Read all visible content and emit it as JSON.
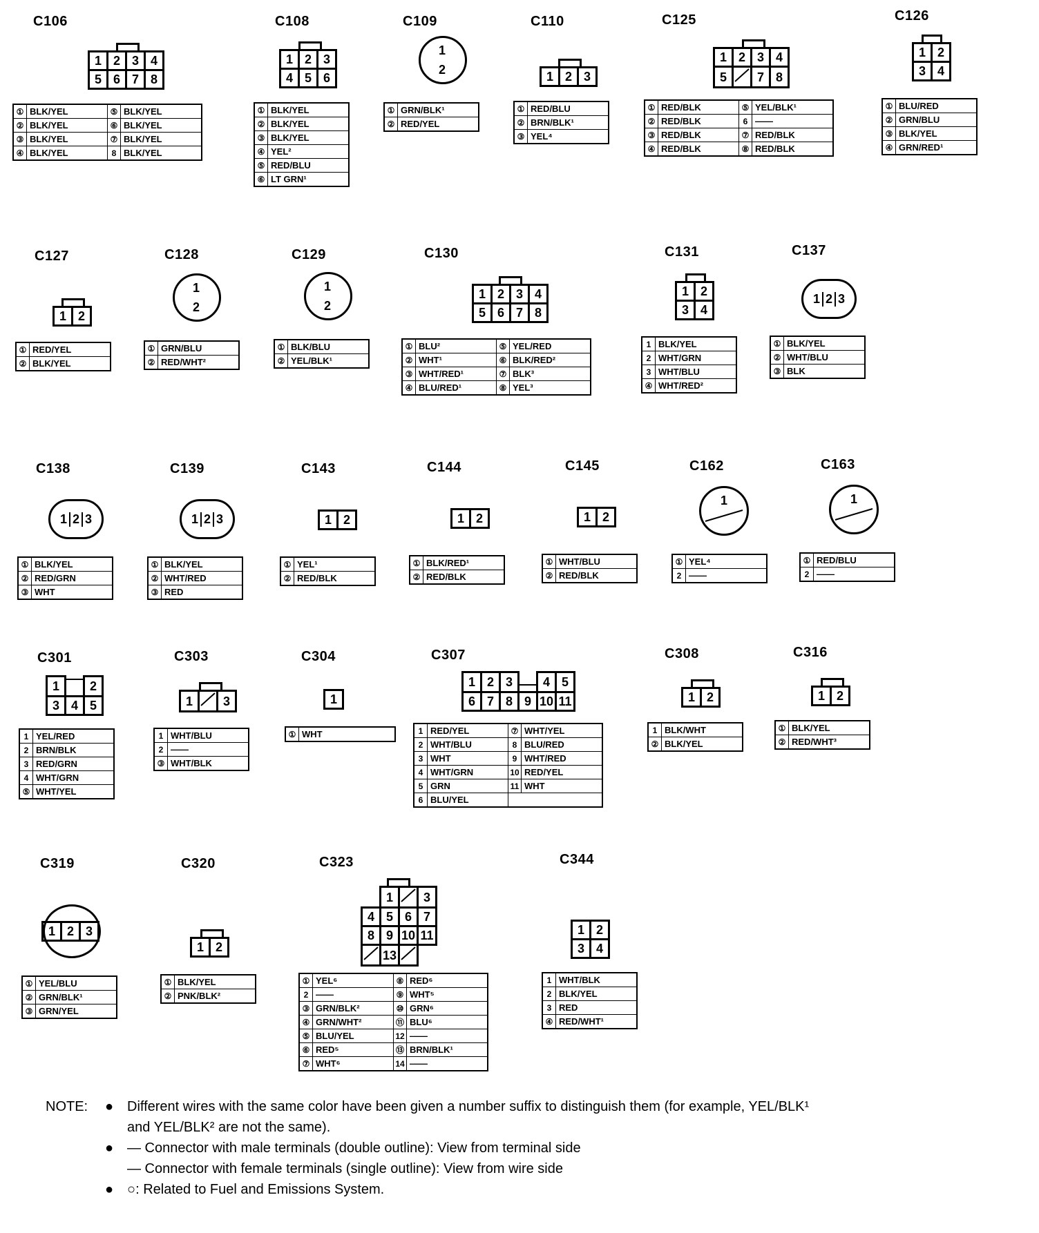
{
  "connectors": {
    "C106": {
      "id": "C106",
      "pins": [
        "1",
        "2",
        "3",
        "4",
        "5",
        "6",
        "7",
        "8"
      ],
      "wires": [
        [
          "①",
          "BLK/YEL"
        ],
        [
          "②",
          "BLK/YEL"
        ],
        [
          "③",
          "BLK/YEL"
        ],
        [
          "④",
          "BLK/YEL"
        ],
        [
          "⑤",
          "BLK/YEL"
        ],
        [
          "⑥",
          "BLK/YEL"
        ],
        [
          "⑦",
          "BLK/YEL"
        ],
        [
          "8",
          "BLK/YEL"
        ]
      ]
    },
    "C108": {
      "id": "C108",
      "pins": [
        "1",
        "2",
        "3",
        "4",
        "5",
        "6"
      ],
      "wires": [
        [
          "①",
          "BLK/YEL"
        ],
        [
          "②",
          "BLK/YEL"
        ],
        [
          "③",
          "BLK/YEL"
        ],
        [
          "④",
          "YEL²"
        ],
        [
          "⑤",
          "RED/BLU"
        ],
        [
          "⑥",
          "LT GRN¹"
        ]
      ]
    },
    "C109": {
      "id": "C109",
      "pins": [
        "1",
        "2"
      ],
      "wires": [
        [
          "①",
          "GRN/BLK¹"
        ],
        [
          "②",
          "RED/YEL"
        ]
      ]
    },
    "C110": {
      "id": "C110",
      "pins": [
        "1",
        "2",
        "3"
      ],
      "wires": [
        [
          "①",
          "RED/BLU"
        ],
        [
          "②",
          "BRN/BLK¹"
        ],
        [
          "③",
          "YEL⁴"
        ]
      ]
    },
    "C125": {
      "id": "C125",
      "pins": [
        "1",
        "2",
        "3",
        "4",
        "5",
        "",
        "7",
        "8"
      ],
      "wires": [
        [
          "①",
          "RED/BLK"
        ],
        [
          "②",
          "RED/BLK"
        ],
        [
          "③",
          "RED/BLK"
        ],
        [
          "④",
          "RED/BLK"
        ],
        [
          "⑤",
          "YEL/BLK¹"
        ],
        [
          "6",
          "——"
        ],
        [
          "⑦",
          "RED/BLK"
        ],
        [
          "⑧",
          "RED/BLK"
        ]
      ]
    },
    "C126": {
      "id": "C126",
      "pins": [
        "1",
        "2",
        "3",
        "4"
      ],
      "wires": [
        [
          "①",
          "BLU/RED"
        ],
        [
          "②",
          "GRN/BLU"
        ],
        [
          "③",
          "BLK/YEL"
        ],
        [
          "④",
          "GRN/RED¹"
        ]
      ]
    },
    "C127": {
      "id": "C127",
      "pins": [
        "1",
        "2"
      ],
      "wires": [
        [
          "①",
          "RED/YEL"
        ],
        [
          "②",
          "BLK/YEL"
        ]
      ]
    },
    "C128": {
      "id": "C128",
      "pins": [
        "1",
        "2"
      ],
      "wires": [
        [
          "①",
          "GRN/BLU"
        ],
        [
          "②",
          "RED/WHT²"
        ]
      ]
    },
    "C129": {
      "id": "C129",
      "pins": [
        "1",
        "2"
      ],
      "wires": [
        [
          "①",
          "BLK/BLU"
        ],
        [
          "②",
          "YEL/BLK¹"
        ]
      ]
    },
    "C130": {
      "id": "C130",
      "pins": [
        "1",
        "2",
        "3",
        "4",
        "5",
        "6",
        "7",
        "8"
      ],
      "wires": [
        [
          "①",
          "BLU²"
        ],
        [
          "②",
          "WHT¹"
        ],
        [
          "③",
          "WHT/RED¹"
        ],
        [
          "④",
          "BLU/RED¹"
        ],
        [
          "⑤",
          "YEL/RED"
        ],
        [
          "⑥",
          "BLK/RED²"
        ],
        [
          "⑦",
          "BLK³"
        ],
        [
          "⑧",
          "YEL³"
        ]
      ]
    },
    "C131": {
      "id": "C131",
      "pins": [
        "1",
        "2",
        "3",
        "4"
      ],
      "wires": [
        [
          "1",
          "BLK/YEL"
        ],
        [
          "2",
          "WHT/GRN"
        ],
        [
          "3",
          "WHT/BLU"
        ],
        [
          "④",
          "WHT/RED²"
        ]
      ]
    },
    "C137": {
      "id": "C137",
      "pins": [
        "1",
        "2",
        "3"
      ],
      "wires": [
        [
          "①",
          "BLK/YEL"
        ],
        [
          "②",
          "WHT/BLU"
        ],
        [
          "③",
          "BLK"
        ]
      ]
    },
    "C138": {
      "id": "C138",
      "pins": [
        "1",
        "2",
        "3"
      ],
      "wires": [
        [
          "①",
          "BLK/YEL"
        ],
        [
          "②",
          "RED/GRN"
        ],
        [
          "③",
          "WHT"
        ]
      ]
    },
    "C139": {
      "id": "C139",
      "pins": [
        "1",
        "2",
        "3"
      ],
      "wires": [
        [
          "①",
          "BLK/YEL"
        ],
        [
          "②",
          "WHT/RED"
        ],
        [
          "③",
          "RED"
        ]
      ]
    },
    "C143": {
      "id": "C143",
      "pins": [
        "1",
        "2"
      ],
      "wires": [
        [
          "①",
          "YEL¹"
        ],
        [
          "②",
          "RED/BLK"
        ]
      ]
    },
    "C144": {
      "id": "C144",
      "pins": [
        "1",
        "2"
      ],
      "wires": [
        [
          "①",
          "BLK/RED¹"
        ],
        [
          "②",
          "RED/BLK"
        ]
      ]
    },
    "C145": {
      "id": "C145",
      "pins": [
        "1",
        "2"
      ],
      "wires": [
        [
          "①",
          "WHT/BLU"
        ],
        [
          "②",
          "RED/BLK"
        ]
      ]
    },
    "C162": {
      "id": "C162",
      "pins": [
        "1"
      ],
      "wires": [
        [
          "①",
          "YEL⁴"
        ],
        [
          "2",
          "——"
        ]
      ]
    },
    "C163": {
      "id": "C163",
      "pins": [
        "1"
      ],
      "wires": [
        [
          "①",
          "RED/BLU"
        ],
        [
          "2",
          "——"
        ]
      ]
    },
    "C301": {
      "id": "C301",
      "pins": [
        "1",
        "2",
        "3",
        "4",
        "5"
      ],
      "wires": [
        [
          "1",
          "YEL/RED"
        ],
        [
          "2",
          "BRN/BLK"
        ],
        [
          "3",
          "RED/GRN"
        ],
        [
          "4",
          "WHT/GRN"
        ],
        [
          "⑤",
          "WHT/YEL"
        ]
      ]
    },
    "C303": {
      "id": "C303",
      "pins": [
        "1",
        "3"
      ],
      "wires": [
        [
          "1",
          "WHT/BLU"
        ],
        [
          "2",
          "——"
        ],
        [
          "③",
          "WHT/BLK"
        ]
      ]
    },
    "C304": {
      "id": "C304",
      "pins": [
        "1"
      ],
      "wires": [
        [
          "①",
          "WHT"
        ]
      ]
    },
    "C307": {
      "id": "C307",
      "pins": [
        "1",
        "2",
        "3",
        "4",
        "5",
        "6",
        "7",
        "8",
        "9",
        "10",
        "11"
      ],
      "wires": [
        [
          "1",
          "RED/YEL"
        ],
        [
          "2",
          "WHT/BLU"
        ],
        [
          "3",
          "WHT"
        ],
        [
          "4",
          "WHT/GRN"
        ],
        [
          "5",
          "GRN"
        ],
        [
          "6",
          "BLU/YEL"
        ],
        [
          "⑦",
          "WHT/YEL"
        ],
        [
          "8",
          "BLU/RED"
        ],
        [
          "9",
          "WHT/RED"
        ],
        [
          "10",
          "RED/YEL"
        ],
        [
          "11",
          "WHT"
        ]
      ]
    },
    "C308": {
      "id": "C308",
      "pins": [
        "1",
        "2"
      ],
      "wires": [
        [
          "1",
          "BLK/WHT"
        ],
        [
          "②",
          "BLK/YEL"
        ]
      ]
    },
    "C316": {
      "id": "C316",
      "pins": [
        "1",
        "2"
      ],
      "wires": [
        [
          "①",
          "BLK/YEL"
        ],
        [
          "②",
          "RED/WHT³"
        ]
      ]
    },
    "C319": {
      "id": "C319",
      "pins": [
        "1",
        "2",
        "3"
      ],
      "wires": [
        [
          "①",
          "YEL/BLU"
        ],
        [
          "②",
          "GRN/BLK¹"
        ],
        [
          "③",
          "GRN/YEL"
        ]
      ]
    },
    "C320": {
      "id": "C320",
      "pins": [
        "1",
        "2"
      ],
      "wires": [
        [
          "①",
          "BLK/YEL"
        ],
        [
          "②",
          "PNK/BLK²"
        ]
      ]
    },
    "C323": {
      "id": "C323",
      "pins": [
        "1",
        "3",
        "4",
        "5",
        "6",
        "7",
        "8",
        "9",
        "10",
        "11",
        "13"
      ],
      "wires": [
        [
          "①",
          "YEL⁶"
        ],
        [
          "2",
          "——"
        ],
        [
          "③",
          "GRN/BLK²"
        ],
        [
          "④",
          "GRN/WHT²"
        ],
        [
          "⑤",
          "BLU/YEL"
        ],
        [
          "⑥",
          "RED⁵"
        ],
        [
          "⑦",
          "WHT⁶"
        ],
        [
          "⑧",
          "RED⁶"
        ],
        [
          "⑨",
          "WHT⁵"
        ],
        [
          "⑩",
          "GRN⁶"
        ],
        [
          "⑪",
          "BLU⁶"
        ],
        [
          "12",
          "——"
        ],
        [
          "⑬",
          "BRN/BLK¹"
        ],
        [
          "14",
          "——"
        ]
      ]
    },
    "C344": {
      "id": "C344",
      "pins": [
        "1",
        "2",
        "3",
        "4"
      ],
      "wires": [
        [
          "1",
          "WHT/BLK"
        ],
        [
          "2",
          "BLK/YEL"
        ],
        [
          "3",
          "RED"
        ],
        [
          "④",
          "RED/WHT¹"
        ]
      ]
    }
  },
  "note": {
    "label": "NOTE:",
    "bullet": "●",
    "line1": "Different wires with the same color have been given a number suffix to distinguish them (for example, YEL/BLK¹",
    "line2": "and YEL/BLK² are not the same).",
    "line3": "— Connector with male terminals (double outline): View from terminal side",
    "line4": "— Connector with female terminals (single outline): View from wire side",
    "line5": "○: Related to Fuel and Emissions System."
  }
}
